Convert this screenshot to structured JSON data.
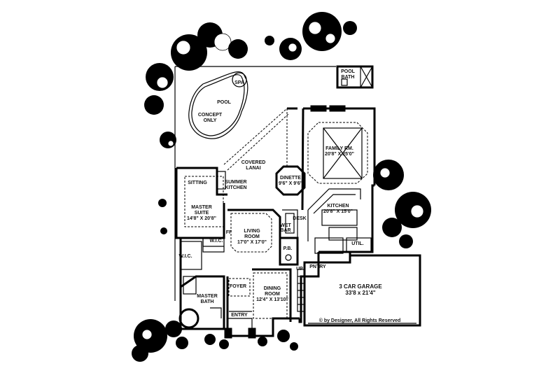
{
  "labels": {
    "pool_bath": [
      "POOL",
      "BATH"
    ],
    "spa": "SPA",
    "pool": "POOL",
    "concept": [
      "CONCEPT",
      "ONLY"
    ],
    "family": [
      "FAMILY RM.",
      "20'8\" X 25'0\""
    ],
    "covered_lanai": [
      "COVERED",
      "LANAI"
    ],
    "dinette": [
      "DINETTE",
      "9'6\" X 9'6\""
    ],
    "sitting": "SITTING",
    "summer_kitchen": [
      "SUMMER",
      "KITCHEN"
    ],
    "master_suite": [
      "MASTER",
      "SUITE",
      "14'8\" X 20'8\""
    ],
    "kitchen": [
      "KITCHEN",
      "20'8\" X 15'0\""
    ],
    "desk": "DESK",
    "wet_bar": [
      "WET",
      "BAR"
    ],
    "living": [
      "LIVING",
      "ROOM",
      "17'0\" X 17'0\""
    ],
    "ff": "FF",
    "wic_upper": "W.I.C.",
    "wic_left": "W.I.C.",
    "pb": "P.B.",
    "util": "UTIL.",
    "pntry": "PNTRY",
    "up": "UP",
    "foyer": "FOYER",
    "dining": [
      "DINING",
      "ROOM",
      "12'4\" X 13'10\""
    ],
    "master_bath": [
      "MASTER",
      "BATH"
    ],
    "entry": "ENTRY",
    "garage": [
      "3 CAR GARAGE",
      "33'8 x 21'4\""
    ],
    "copyright": "© by Designer, All Rights Reserved"
  }
}
